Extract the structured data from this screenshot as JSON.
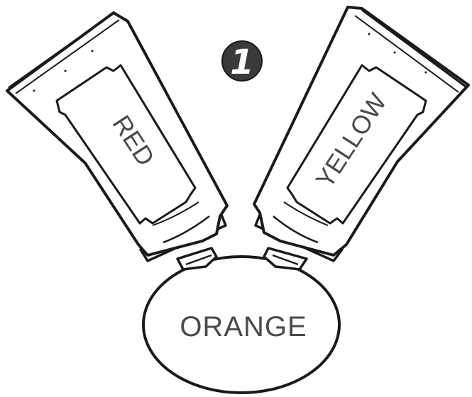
{
  "step": {
    "number": "1"
  },
  "tubes": {
    "left": {
      "label": "RED"
    },
    "right": {
      "label": "YELLOW"
    }
  },
  "result": {
    "label": "ORANGE"
  },
  "colors": {
    "ink": "#1a1a1a",
    "label_text": "#4a4a4a",
    "badge_fill": "#3a3a3a",
    "background": "#ffffff"
  }
}
